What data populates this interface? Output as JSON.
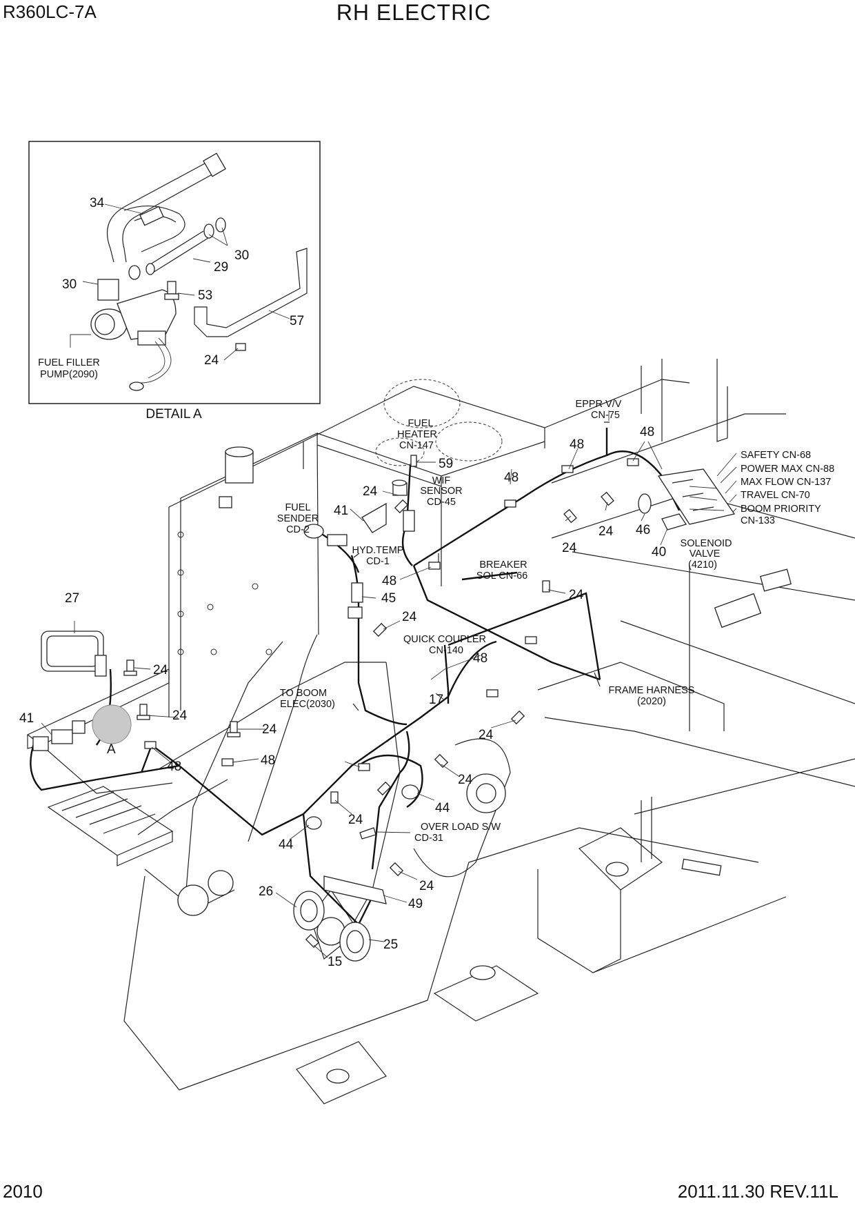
{
  "header": {
    "model": "R360LC-7A",
    "title": "RH ELECTRIC"
  },
  "footer": {
    "page_number": "2010",
    "revision": "2011.11.30  REV.11L"
  },
  "detail": {
    "caption": "DETAIL  A",
    "callouts": [
      "34",
      "30",
      "29",
      "30",
      "53",
      "57",
      "24"
    ],
    "pump_label": [
      "FUEL FILLER",
      "PUMP(2090)"
    ]
  },
  "main": {
    "detail_marker": "A",
    "connectors": [
      [
        "EPPR V/V",
        "CN-75"
      ],
      [
        "FUEL",
        "HEATER",
        "CN-147"
      ],
      [
        "WIF",
        "SENSOR",
        "CD-45"
      ],
      [
        "FUEL",
        "SENDER",
        "CD-2"
      ],
      [
        "HYD.TEMP",
        "CD-1"
      ],
      [
        "BREAKER",
        "SOL CN-66"
      ],
      [
        "QUICK COUPLER",
        "CN-140"
      ],
      [
        "TO BOOM",
        "ELEC(2030)"
      ],
      [
        "FRAME HARNESS",
        "(2020)"
      ],
      [
        "OVER LOAD S/W",
        "CD-31"
      ],
      [
        "SOLENOID",
        "VALVE",
        "(4210)"
      ]
    ],
    "valve_connectors": [
      "SAFETY CN-68",
      "POWER MAX CN-88",
      "MAX FLOW CN-137",
      "TRAVEL CN-70",
      "BOOM PRIORITY",
      "CN-133"
    ],
    "callouts": [
      "48",
      "48",
      "48",
      "24",
      "24",
      "46",
      "40",
      "59",
      "24",
      "41",
      "48",
      "24",
      "45",
      "24",
      "27",
      "24",
      "41",
      "24",
      "24",
      "48",
      "48",
      "17",
      "48",
      "24",
      "24",
      "44",
      "24",
      "44",
      "24",
      "26",
      "49",
      "25",
      "15"
    ]
  }
}
